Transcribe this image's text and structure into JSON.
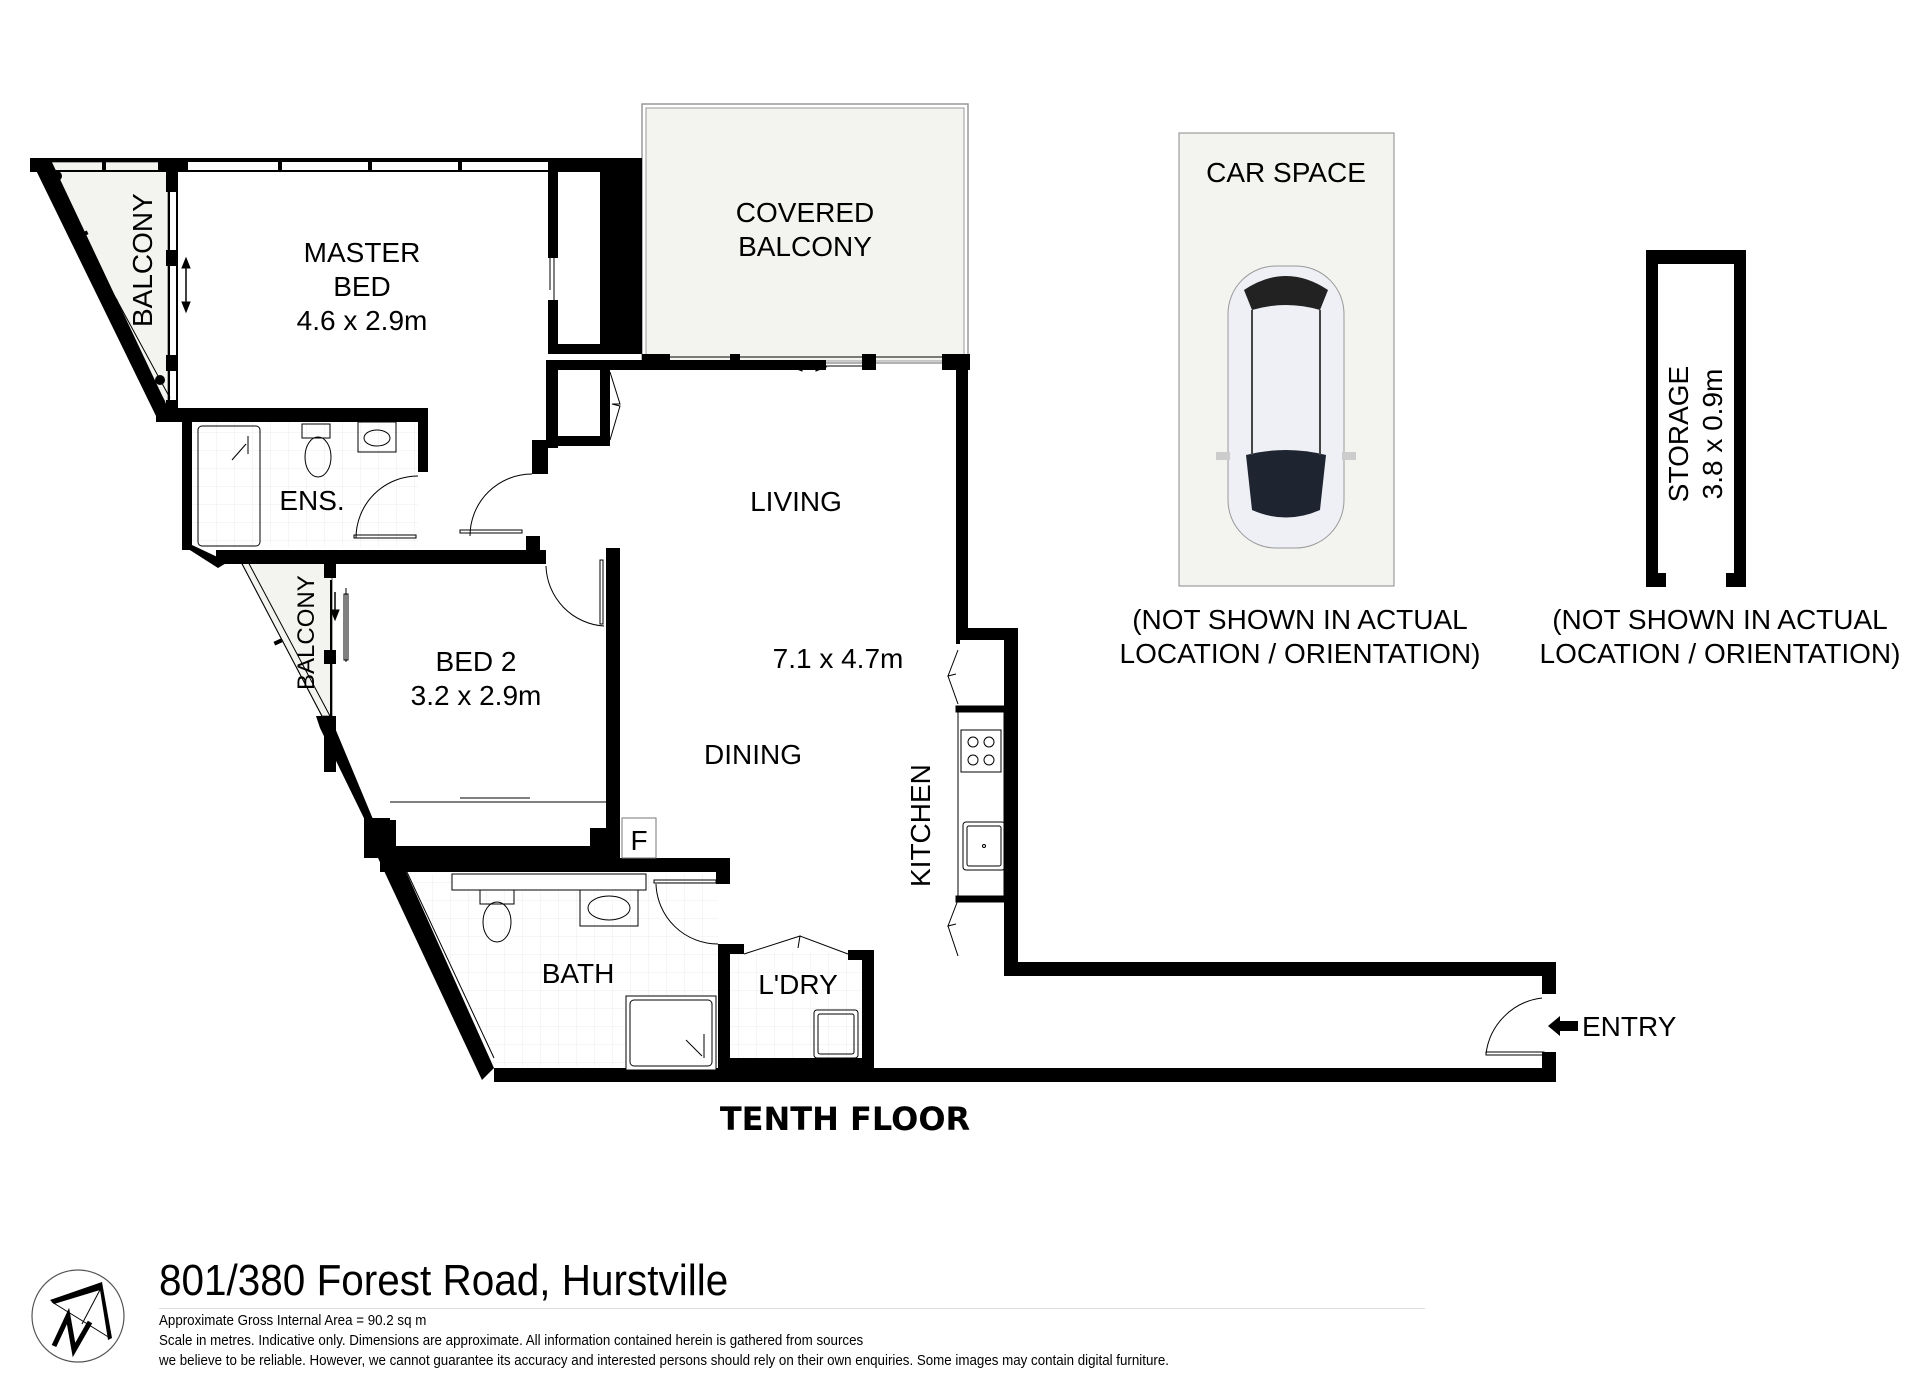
{
  "plan": {
    "floor_title": "TENTH FLOOR",
    "rooms": {
      "master_bed": {
        "name_line1": "MASTER",
        "name_line2": "BED",
        "size": "4.6 x 2.9m"
      },
      "balcony_master": {
        "name": "BALCONY"
      },
      "covered_balcony": {
        "name_line1": "COVERED",
        "name_line2": "BALCONY"
      },
      "ensuite": {
        "name": "ENS."
      },
      "living": {
        "name": "LIVING",
        "size": "7.1 x 4.7m"
      },
      "bed2": {
        "name": "BED 2",
        "size": "3.2 x 2.9m"
      },
      "balcony_bed2": {
        "name": "BALCONY"
      },
      "dining": {
        "name": "DINING"
      },
      "kitchen": {
        "name": "KITCHEN"
      },
      "fridge": {
        "name": "F"
      },
      "bath": {
        "name": "BATH"
      },
      "laundry": {
        "name": "L'DRY"
      },
      "entry": {
        "name": "ENTRY"
      }
    },
    "car_space": {
      "name": "CAR SPACE",
      "note_line1": "(NOT SHOWN IN ACTUAL",
      "note_line2": "LOCATION / ORIENTATION)"
    },
    "storage": {
      "name": "STORAGE",
      "size": "3.8 x 0.9m",
      "note_line1": "(NOT SHOWN IN ACTUAL",
      "note_line2": "LOCATION / ORIENTATION)"
    },
    "colors": {
      "wall": "#000000",
      "balcony_fill": "#f3f4ef",
      "tile_grid": "#eeeeee"
    }
  },
  "footer": {
    "address": "801/380 Forest Road, Hurstville",
    "area": "Approximate Gross Internal Area = 90.2 sq m",
    "disclaimer_line1": "Scale in metres. Indicative only. Dimensions are approximate. All information contained herein is gathered from sources",
    "disclaimer_line2": "we believe to be reliable. However, we cannot guarantee its accuracy and interested persons should rely on their own enquiries. Some images may contain digital furniture.",
    "compass_icon": "north-arrow-icon"
  }
}
